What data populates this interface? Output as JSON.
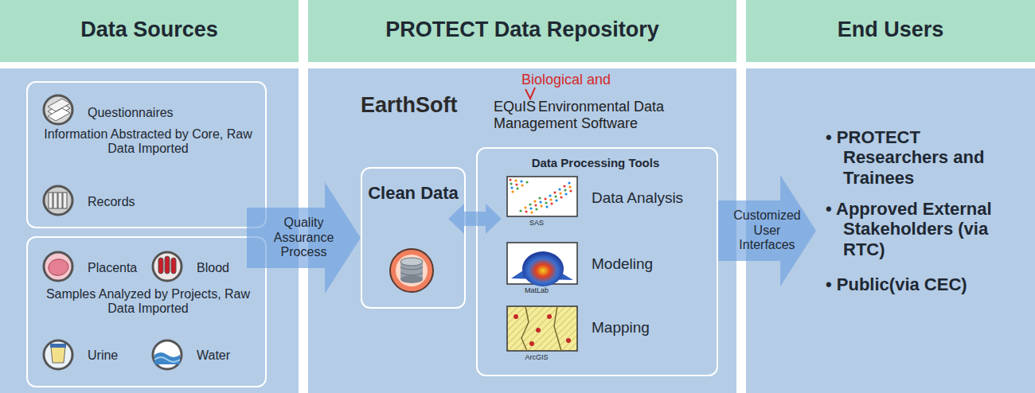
{
  "diagram": {
    "nodes": [
      {
        "text": [
          "Data Sources"
        ]
      },
      {
        "text": [
          "Questionnaires",
          "Information Abstracted by Core, Raw Data Imported",
          "Records"
        ],
        "in": 0
      },
      {
        "text": [
          "Placenta",
          "Blood",
          "Samples Analyzed by Projects, Raw Data Imported",
          "Urine",
          "Water"
        ],
        "in": 0
      },
      {
        "text": [
          "PROTECT Data Repository"
        ]
      },
      {
        "text": [
          "Clean Data"
        ],
        "in": 3
      },
      {
        "text": [
          "Data Processing Tools",
          "Data Analysis",
          "SAS",
          "Modeling",
          "MatLab",
          "Mapping",
          "ArcGIS"
        ],
        "in": 3
      },
      {
        "text": [
          "End Users",
          "• PROTECT Researchers and Trainees",
          "• Approved External Stakeholders (via RTC)",
          "• Public(via CEC)"
        ]
      }
    ],
    "edges": [
      {
        "from": 0,
        "to": 4,
        "arrow": "to",
        "label": "Quality Assurance Process"
      },
      {
        "from": 4,
        "to": 5,
        "arrow": "both"
      },
      {
        "from": 5,
        "to": 6,
        "arrow": "to",
        "label": "Customized User Interfaces"
      }
    ],
    "labels": [
      "EarthSoft",
      "EQuIS",
      "Biological and",
      "Environmental Data Management Software"
    ]
  }
}
